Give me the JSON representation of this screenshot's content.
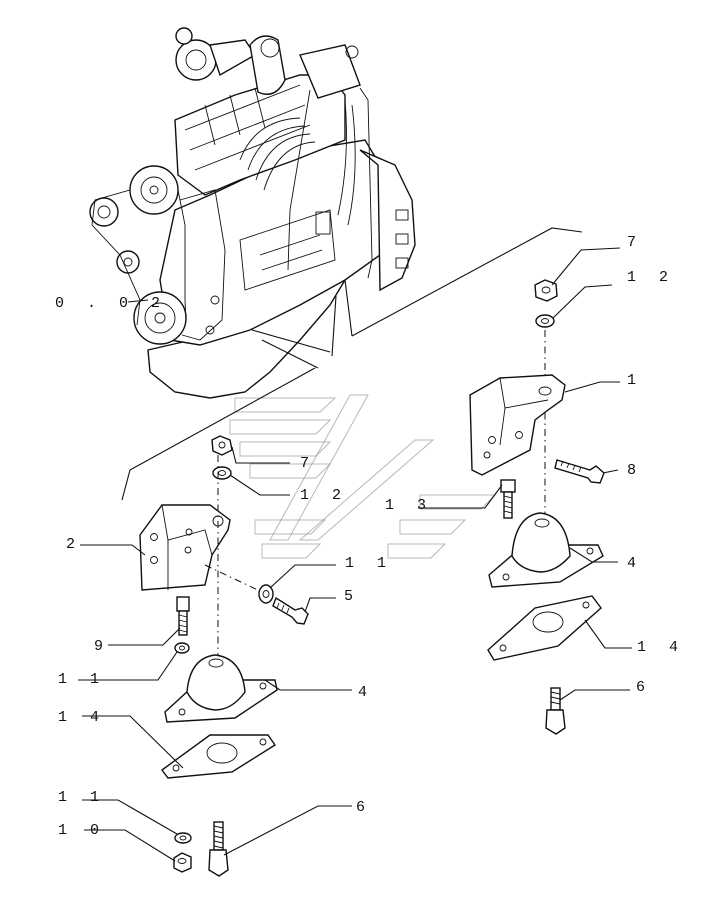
{
  "diagram": {
    "callouts": [
      {
        "id": "c-0-02",
        "text": "0 . 0 2"
      },
      {
        "id": "c-7-top",
        "text": "7"
      },
      {
        "id": "c-12-top",
        "text": "1 2"
      },
      {
        "id": "c-1",
        "text": "1"
      },
      {
        "id": "c-7-mid",
        "text": "7"
      },
      {
        "id": "c-12-mid",
        "text": "1 2"
      },
      {
        "id": "c-8",
        "text": "8"
      },
      {
        "id": "c-13",
        "text": "1 3"
      },
      {
        "id": "c-2",
        "text": "2"
      },
      {
        "id": "c-11-mid",
        "text": "1 1"
      },
      {
        "id": "c-4-right",
        "text": "4"
      },
      {
        "id": "c-5",
        "text": "5"
      },
      {
        "id": "c-9",
        "text": "9"
      },
      {
        "id": "c-14-right",
        "text": "1 4"
      },
      {
        "id": "c-11-left",
        "text": "1 1"
      },
      {
        "id": "c-4-left",
        "text": "4"
      },
      {
        "id": "c-6-right",
        "text": "6"
      },
      {
        "id": "c-14-left",
        "text": "1 4"
      },
      {
        "id": "c-11-bottom",
        "text": "1 1"
      },
      {
        "id": "c-6-bottom",
        "text": "6"
      },
      {
        "id": "c-10",
        "text": "1 0"
      }
    ]
  }
}
